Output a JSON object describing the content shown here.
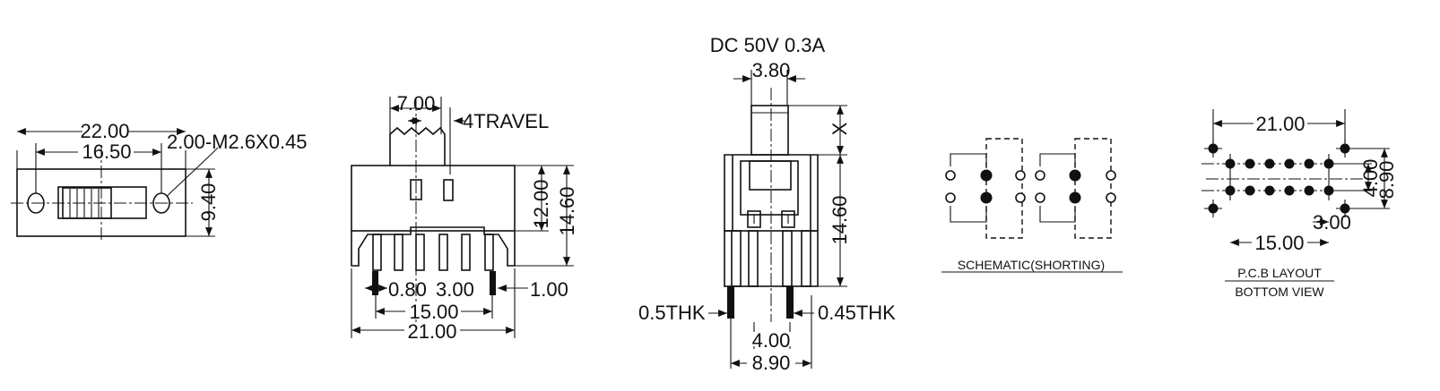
{
  "colors": {
    "ink": "#111111",
    "background": "#ffffff"
  },
  "top_view": {
    "dim_overall": "22.00",
    "dim_mount": "16.50",
    "dim_screw": "2.00-M2.6X0.45",
    "dim_height": "9.40"
  },
  "side_view": {
    "dim_knob": "7.00",
    "dim_travel": "4TRAVEL",
    "dim_body": "12.00",
    "dim_total": "14.60",
    "dim_pin_w": "0.80",
    "dim_pitch": "3.00",
    "dim_edge": "1.00",
    "dim_span": "15.00",
    "dim_width": "21.00"
  },
  "end_view": {
    "rating": "DC  50V  0.3A",
    "dim_knob": "3.80",
    "dim_x": "X",
    "dim_height": "14.60",
    "thk_left": "0.5THK",
    "thk_right": "0.45THK",
    "dim_pin": "4.00",
    "dim_width": "8.90"
  },
  "schematic": {
    "label": "SCHEMATIC(SHORTING)"
  },
  "pcb": {
    "dim_width": "21.00",
    "dim_row": "4.00",
    "dim_total": "8.90",
    "dim_pitch": "3.00",
    "dim_span": "15.00",
    "label_1": "P.C.B LAYOUT",
    "label_2": "BOTTOM VIEW"
  }
}
